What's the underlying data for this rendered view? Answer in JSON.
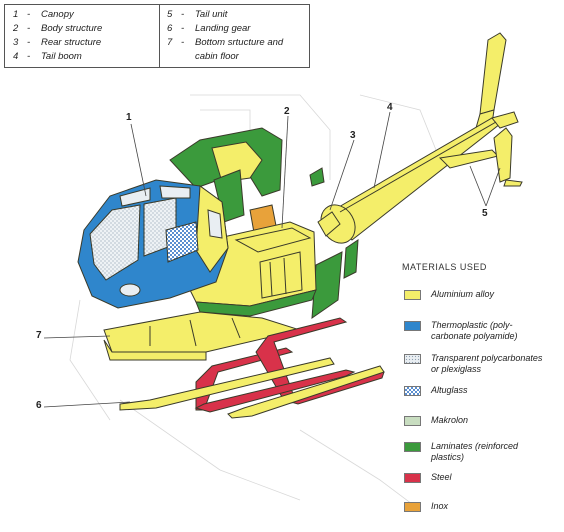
{
  "parts_key": {
    "left": [
      {
        "num": "1",
        "label": "Canopy"
      },
      {
        "num": "2",
        "label": "Body structure"
      },
      {
        "num": "3",
        "label": "Rear structure"
      },
      {
        "num": "4",
        "label": "Tail boom"
      }
    ],
    "right": [
      {
        "num": "5",
        "label": "Tail unit"
      },
      {
        "num": "6",
        "label": "Landing gear"
      },
      {
        "num": "7",
        "label": "Bottom srtucture and"
      },
      {
        "num": "",
        "label": "cabin floor"
      }
    ],
    "dash": "-"
  },
  "callouts": {
    "c1": "1",
    "c2": "2",
    "c3": "3",
    "c4": "4",
    "c5": "5",
    "c6": "6",
    "c7": "7"
  },
  "legend": {
    "title": "MATERIALS USED",
    "items": [
      {
        "line1": "Aluminium alloy",
        "line2": "",
        "color": "#f4ee6a",
        "pattern": "solid"
      },
      {
        "line1": "Thermoplastic (poly-",
        "line2": "carbonate polyamide)",
        "color": "#2f86cc",
        "pattern": "solid"
      },
      {
        "line1": "Transparent polycarbonates",
        "line2": "or plexiglass",
        "color": "#e9eef2",
        "pattern": "dots"
      },
      {
        "line1": "Altuglass",
        "line2": "",
        "color": "#a9c7e8",
        "pattern": "check"
      },
      {
        "line1": "Makrolon",
        "line2": "",
        "color": "#c8ddc0",
        "pattern": "solid"
      },
      {
        "line1": "Laminates (reinforced",
        "line2": "plastics)",
        "color": "#3b9a3c",
        "pattern": "solid"
      },
      {
        "line1": "Steel",
        "line2": "",
        "color": "#d8324a",
        "pattern": "solid"
      },
      {
        "line1": "Inox",
        "line2": "",
        "color": "#e8a23a",
        "pattern": "solid"
      }
    ]
  },
  "colors": {
    "aluminium": "#f4ee6a",
    "thermoplastic": "#2f86cc",
    "laminate": "#3b9a3c",
    "steel": "#d8324a",
    "inox": "#e8a23a",
    "outline": "#3a3a2a"
  }
}
